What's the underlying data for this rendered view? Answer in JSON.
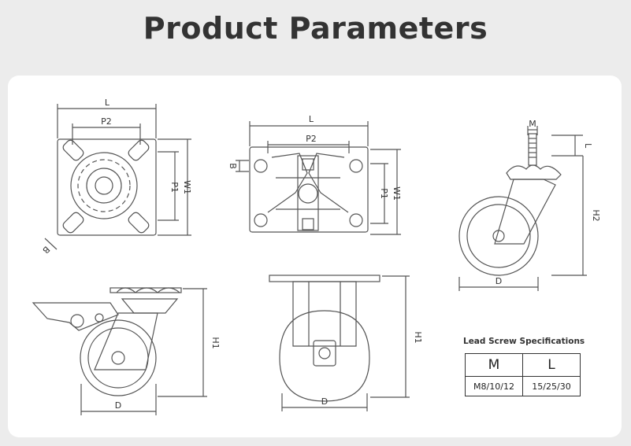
{
  "header": {
    "title": "Product Parameters"
  },
  "labels": {
    "L": "L",
    "P2": "P2",
    "P1": "P1",
    "W1": "W1",
    "B": "B",
    "M": "M",
    "H1": "H1",
    "H2": "H2",
    "D": "D"
  },
  "spec": {
    "title": "Lead Screw Specifications",
    "columns": [
      "M",
      "L"
    ],
    "values": [
      "M8/10/12",
      "15/25/30"
    ]
  },
  "colors": {
    "line": "#555555",
    "background": "#ececec",
    "panel": "#ffffff",
    "text": "#333333"
  }
}
